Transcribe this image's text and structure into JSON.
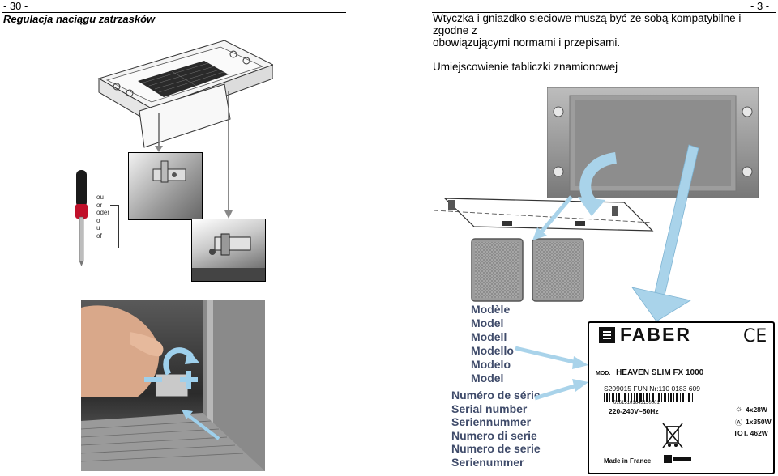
{
  "left": {
    "page_number": "- 30 -",
    "title": "Regulacja naciągu zatrzasków",
    "tool_labels": [
      "ou",
      "or",
      "oder",
      "o",
      "u",
      "of"
    ]
  },
  "right": {
    "page_number": "- 3 -",
    "paragraph_line1": "Wtyczka i gniazdko sieciowe muszą być ze sobą kompatybilne i zgodne z",
    "paragraph_line2": "obowiązującymi normami i przepisami.",
    "caption": "Umiejscowienie tabliczki znamionowej",
    "model_labels": [
      "Modèle",
      "Model",
      "Modell",
      "Modello",
      "Modelo",
      "Model"
    ],
    "serial_labels": [
      "Numéro de série",
      "Serial number",
      "Seriennummer",
      "Numero di serie",
      "Numero de serie",
      "Serienummer"
    ],
    "plate": {
      "brand": "FABER",
      "ce_mark": "CE",
      "mod_prefix": "MOD.",
      "model": "HEAVEN SLIM FX 1000",
      "serial_line": "S209015 FUN Nr:110 0183 609",
      "barcode_digits": "61615101643150001",
      "voltage": "220-240V~50Hz",
      "lamp_power": "4x28W",
      "motor_power": "1x350W",
      "total_power": "TOT. 462W",
      "made_in": "Made in France"
    }
  },
  "colors": {
    "label_text": "#3f4b6a",
    "arrow_fill": "#a9d3ea",
    "arrow_stroke": "#7fb4d3",
    "adjust_arrow": "#9ed0ec"
  }
}
